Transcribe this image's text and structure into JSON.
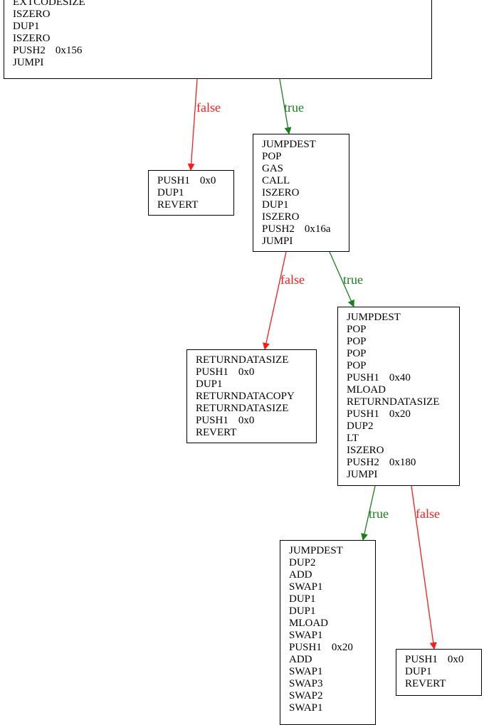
{
  "colors": {
    "true_edge": "#1a7f1a",
    "false_edge": "#ff1a1a",
    "node_border": "#000000",
    "background": "#ffffff"
  },
  "nodes": [
    {
      "id": "n0",
      "lines": [
        {
          "op": "EXTCODESIZE",
          "arg": ""
        },
        {
          "op": "ISZERO",
          "arg": ""
        },
        {
          "op": "DUP1",
          "arg": ""
        },
        {
          "op": "ISZERO",
          "arg": ""
        },
        {
          "op": "PUSH2",
          "arg": "0x156"
        },
        {
          "op": "JUMPI",
          "arg": ""
        }
      ]
    },
    {
      "id": "n1",
      "lines": [
        {
          "op": "PUSH1",
          "arg": "0x0"
        },
        {
          "op": "DUP1",
          "arg": ""
        },
        {
          "op": "REVERT",
          "arg": ""
        }
      ]
    },
    {
      "id": "n2",
      "lines": [
        {
          "op": "JUMPDEST",
          "arg": ""
        },
        {
          "op": "POP",
          "arg": ""
        },
        {
          "op": "GAS",
          "arg": ""
        },
        {
          "op": "CALL",
          "arg": ""
        },
        {
          "op": "ISZERO",
          "arg": ""
        },
        {
          "op": "DUP1",
          "arg": ""
        },
        {
          "op": "ISZERO",
          "arg": ""
        },
        {
          "op": "PUSH2",
          "arg": "0x16a"
        },
        {
          "op": "JUMPI",
          "arg": ""
        }
      ]
    },
    {
      "id": "n3",
      "lines": [
        {
          "op": "RETURNDATASIZE",
          "arg": ""
        },
        {
          "op": "PUSH1",
          "arg": "0x0"
        },
        {
          "op": "DUP1",
          "arg": ""
        },
        {
          "op": "RETURNDATACOPY",
          "arg": ""
        },
        {
          "op": "RETURNDATASIZE",
          "arg": ""
        },
        {
          "op": "PUSH1",
          "arg": "0x0"
        },
        {
          "op": "REVERT",
          "arg": ""
        }
      ]
    },
    {
      "id": "n4",
      "lines": [
        {
          "op": "JUMPDEST",
          "arg": ""
        },
        {
          "op": "POP",
          "arg": ""
        },
        {
          "op": "POP",
          "arg": ""
        },
        {
          "op": "POP",
          "arg": ""
        },
        {
          "op": "POP",
          "arg": ""
        },
        {
          "op": "PUSH1",
          "arg": "0x40"
        },
        {
          "op": "MLOAD",
          "arg": ""
        },
        {
          "op": "RETURNDATASIZE",
          "arg": ""
        },
        {
          "op": "PUSH1",
          "arg": "0x20"
        },
        {
          "op": "DUP2",
          "arg": ""
        },
        {
          "op": "LT",
          "arg": ""
        },
        {
          "op": "ISZERO",
          "arg": ""
        },
        {
          "op": "PUSH2",
          "arg": "0x180"
        },
        {
          "op": "JUMPI",
          "arg": ""
        }
      ]
    },
    {
      "id": "n5",
      "lines": [
        {
          "op": "JUMPDEST",
          "arg": ""
        },
        {
          "op": "DUP2",
          "arg": ""
        },
        {
          "op": "ADD",
          "arg": ""
        },
        {
          "op": "SWAP1",
          "arg": ""
        },
        {
          "op": "DUP1",
          "arg": ""
        },
        {
          "op": "DUP1",
          "arg": ""
        },
        {
          "op": "MLOAD",
          "arg": ""
        },
        {
          "op": "SWAP1",
          "arg": ""
        },
        {
          "op": "PUSH1",
          "arg": "0x20"
        },
        {
          "op": "ADD",
          "arg": ""
        },
        {
          "op": "SWAP1",
          "arg": ""
        },
        {
          "op": "SWAP3",
          "arg": ""
        },
        {
          "op": "SWAP2",
          "arg": ""
        },
        {
          "op": "SWAP1",
          "arg": ""
        }
      ]
    },
    {
      "id": "n6",
      "lines": [
        {
          "op": "PUSH1",
          "arg": "0x0"
        },
        {
          "op": "DUP1",
          "arg": ""
        },
        {
          "op": "REVERT",
          "arg": ""
        }
      ]
    }
  ],
  "edges": [
    {
      "id": "e0",
      "from": "n0",
      "to": "n1",
      "label": "false",
      "kind": "false"
    },
    {
      "id": "e1",
      "from": "n0",
      "to": "n2",
      "label": "true",
      "kind": "true"
    },
    {
      "id": "e2",
      "from": "n2",
      "to": "n3",
      "label": "false",
      "kind": "false"
    },
    {
      "id": "e3",
      "from": "n2",
      "to": "n4",
      "label": "true",
      "kind": "true"
    },
    {
      "id": "e4",
      "from": "n4",
      "to": "n5",
      "label": "true",
      "kind": "true"
    },
    {
      "id": "e5",
      "from": "n4",
      "to": "n6",
      "label": "false",
      "kind": "false"
    }
  ]
}
